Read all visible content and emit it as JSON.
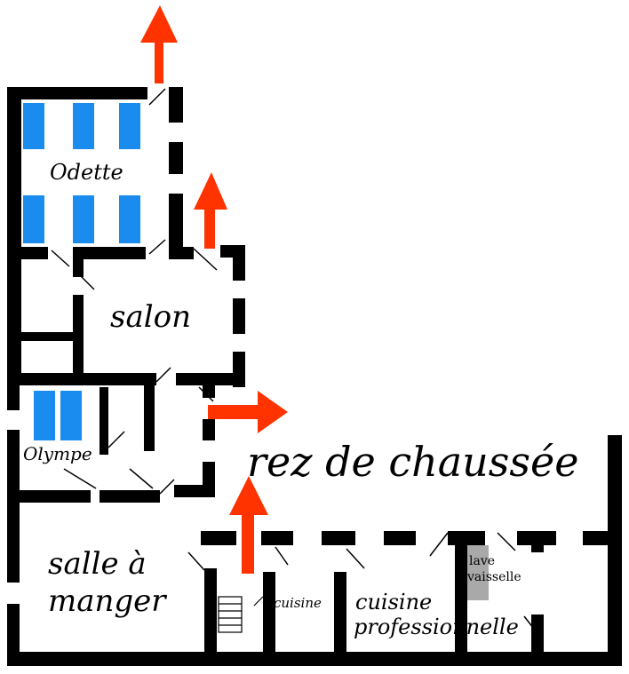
{
  "title": "rez de chaussée",
  "rooms": {
    "odette": "Odette",
    "salon": "salon",
    "olympe": "Olympe",
    "salle_a_manger_line1": "salle à",
    "salle_a_manger_line2": "manger",
    "cuisine": "cuisine",
    "cuisine_pro_line1": "cuisine",
    "cuisine_pro_line2": "professionnelle",
    "lave_vaisselle_line1": "lave",
    "lave_vaisselle_line2": "vaisselle"
  },
  "colors": {
    "wall": "#000000",
    "bed": "#1a8cf0",
    "arrow": "#ff3300",
    "appliance": "#a9a9a9"
  },
  "icons": [
    "exit-arrow-icon",
    "bed-icon",
    "staircase-icon"
  ]
}
